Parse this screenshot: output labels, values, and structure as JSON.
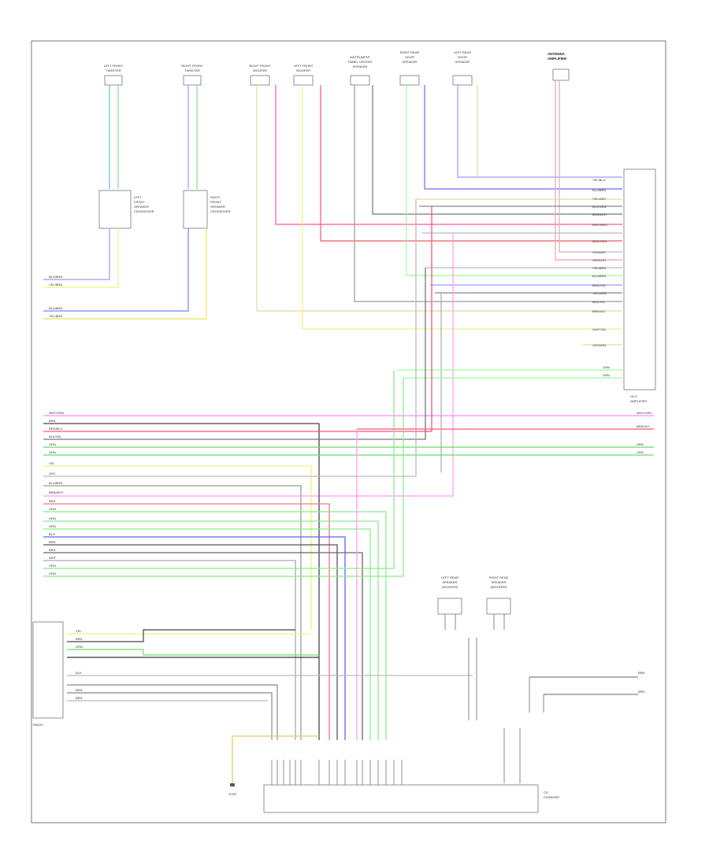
{
  "diagram": {
    "footer_code": "",
    "components": {
      "left_front_speaker": [
        "LEFT FRONT",
        "TWEETER"
      ],
      "right_front_speaker": [
        "RIGHT FRONT",
        "TWEETER"
      ],
      "right_front_woofer": [
        "RIGHT FRONT",
        "WOOFER"
      ],
      "left_front_woofer": [
        "LEFT FRONT",
        "WOOFER"
      ],
      "center_speaker": [
        "INSTRUMENT",
        "PANEL CENTER",
        "SPEAKER"
      ],
      "right_rear_door_speaker": [
        "RIGHT REAR",
        "DOOR",
        "SPEAKER"
      ],
      "left_rear_door_speaker": [
        "LEFT REAR",
        "DOOR",
        "SPEAKER"
      ],
      "hifi_amplifier": [
        "HI-FI",
        "AMPLIFIER"
      ],
      "left_speaker_filter": [
        "LEFT",
        "FRONT",
        "SPEAKER",
        "CROSSOVER"
      ],
      "right_speaker_filter": [
        "RIGHT",
        "FRONT",
        "SPEAKER",
        "CROSSOVER"
      ],
      "left_rear_speaker": [
        "LEFT REAR",
        "SPEAKER",
        "(WOOFER)"
      ],
      "right_rear_speaker": [
        "RIGHT REAR",
        "SPEAKER",
        "(WOOFER)"
      ],
      "radio": [
        "RADIO"
      ],
      "antenna_amplifier": [
        "ANTENNA",
        "AMPLIFIER"
      ],
      "cd_changer": [
        "CD",
        "CHANGER"
      ],
      "ground": [
        "G100"
      ]
    },
    "wire_labels": {
      "right_connector": [
        "YEL/BLU",
        "BLU/BRN",
        "YEL/GRY",
        "BLK/GRN",
        "BRN/WHT",
        "WHT/RED",
        "BRN/GRN",
        "VIO/WHT",
        "GRN/VIO",
        "YEL/BRN",
        "BLU/BRN",
        "BRN/YEL",
        "YEL/GRN",
        "BLK/YEL",
        "BRN/VIO",
        "WHT/YEL",
        "VIO/GRN"
      ],
      "main_harness": [
        "WHT/GRN",
        "BRN",
        "RED/BLK",
        "BLK/YEL",
        "GRN",
        "GRN",
        "YEL",
        "GRY",
        "BLU/BRN",
        "BRN/WHT",
        "RED",
        "GRN",
        "GRN",
        "GRN",
        "BLU",
        "BRN",
        "BRN",
        "WHT",
        "GRN",
        "GRN"
      ],
      "left_top": [
        "BLU/BRN",
        "YEL/BRN",
        "BLU/BRN",
        "YEL/BRN"
      ],
      "radio_connector": [
        "YEL",
        "BRN",
        "GRN",
        "BLK",
        "BRN",
        "BRN"
      ],
      "right_edge": [
        "WHT/GRN",
        "BRN/VIO",
        "GRN",
        "GRN",
        "GRN",
        "GRN",
        "BRN",
        "BRN"
      ]
    }
  }
}
